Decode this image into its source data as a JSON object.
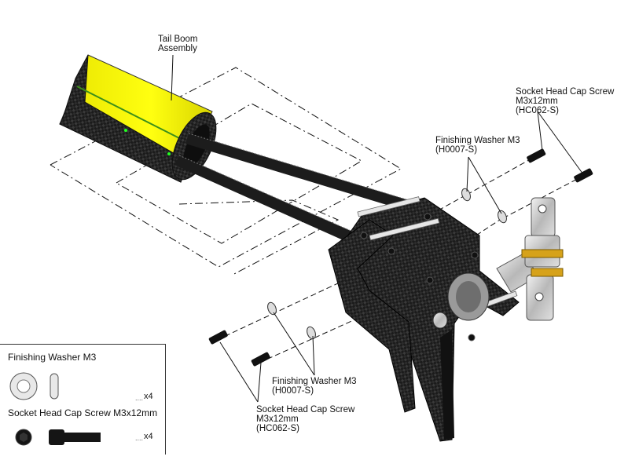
{
  "labels": {
    "tail_boom_line1": "Tail Boom",
    "tail_boom_line2": "Assembly",
    "scr_top_line1": "Socket Head Cap Screw",
    "scr_top_line2": "M3x12mm",
    "scr_top_line3": "(HC062-S)",
    "wash_top_line1": "Finishing Washer M3",
    "wash_top_line2": "(H0007-S)",
    "wash_bot_line1": "Finishing Washer M3",
    "wash_bot_line2": "(H0007-S)",
    "scr_bot_line1": "Socket Head Cap Screw",
    "scr_bot_line2": "M3x12mm",
    "scr_bot_line3": "(HC062-S)"
  },
  "parts_list": [
    {
      "name": "Finishing Washer M3",
      "qty": "x4"
    },
    {
      "name": "Socket Head Cap Screw M3x12mm",
      "qty": "x4"
    }
  ],
  "colors": {
    "boom_yellow": "#f5f000",
    "carbon": "#1a1a1a",
    "aluminum": "#c8c8c8",
    "gold": "#d6a21a"
  }
}
